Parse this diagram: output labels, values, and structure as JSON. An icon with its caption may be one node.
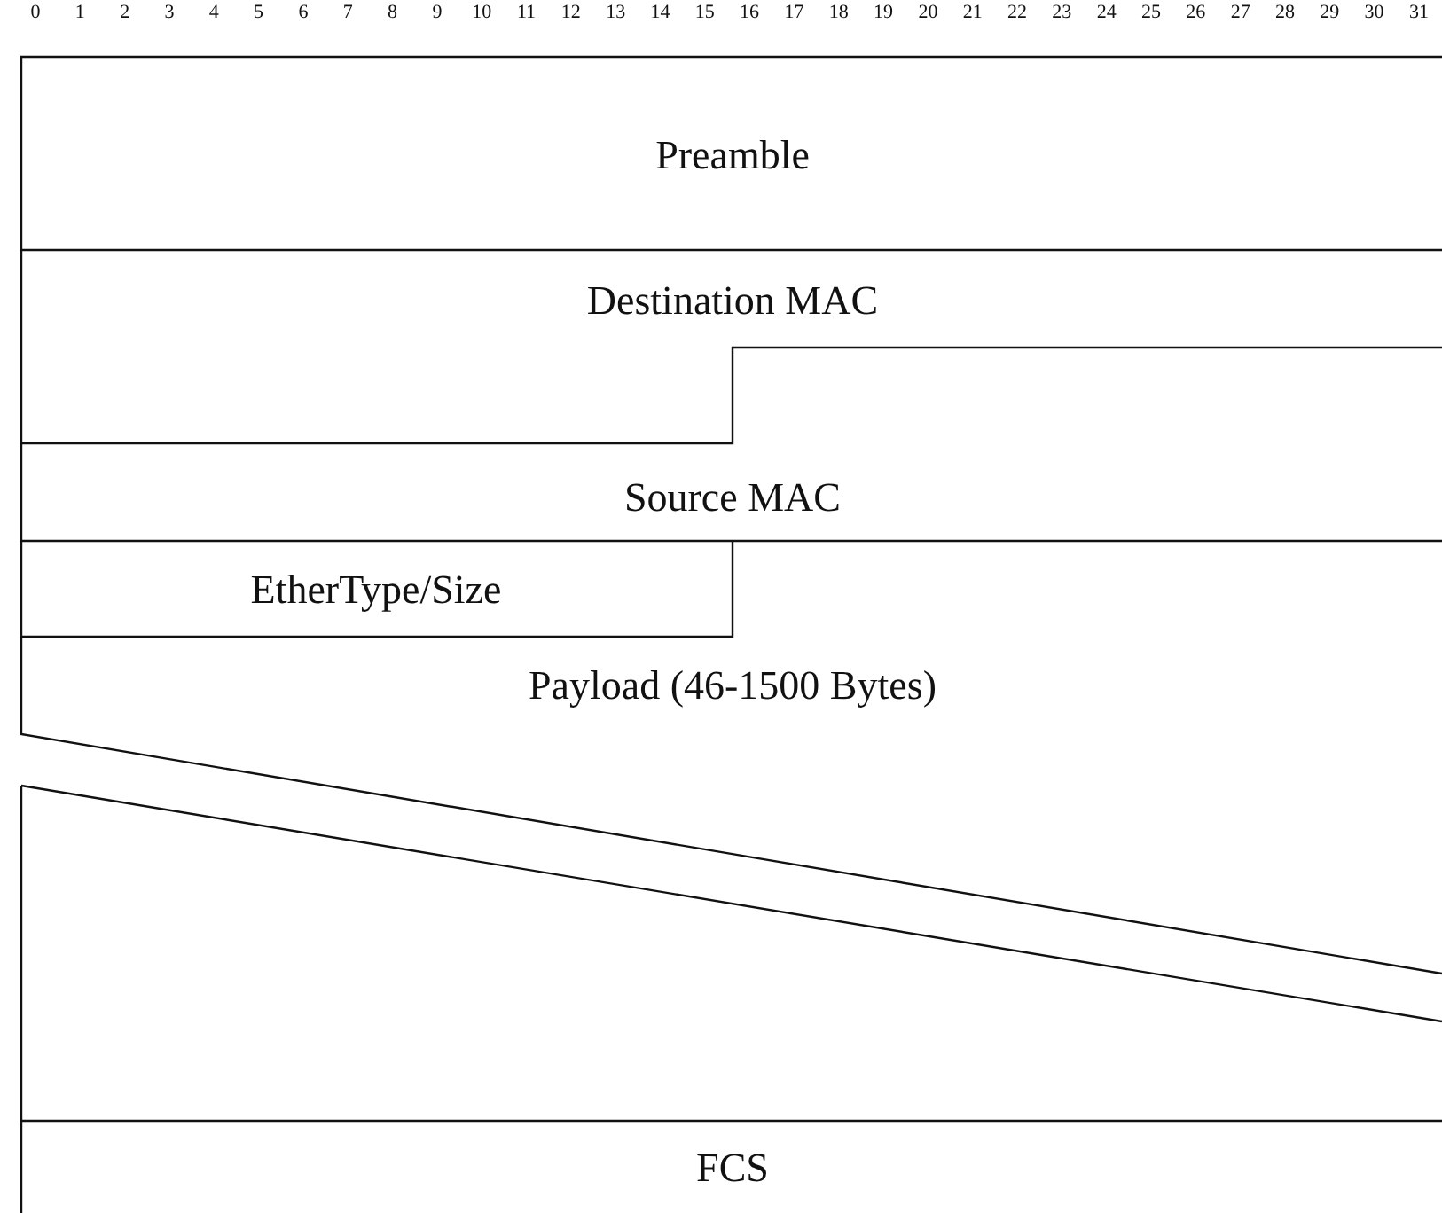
{
  "diagram": {
    "nodes": [
      {
        "text": [
          "Preamble"
        ]
      },
      {
        "text": [
          "Destination MAC"
        ]
      },
      {
        "text": [
          "Source MAC"
        ]
      },
      {
        "text": [
          "EtherType/Size"
        ]
      },
      {
        "text": [
          "Payload (46-1500 Bytes)"
        ]
      },
      {
        "text": [
          "FCS"
        ]
      }
    ],
    "labels": [
      "0",
      "1",
      "2",
      "3",
      "4",
      "5",
      "6",
      "7",
      "8",
      "9",
      "10",
      "11",
      "12",
      "13",
      "14",
      "15",
      "16",
      "17",
      "18",
      "19",
      "20",
      "21",
      "22",
      "23",
      "24",
      "25",
      "26",
      "27",
      "28",
      "29",
      "30",
      "31"
    ]
  }
}
